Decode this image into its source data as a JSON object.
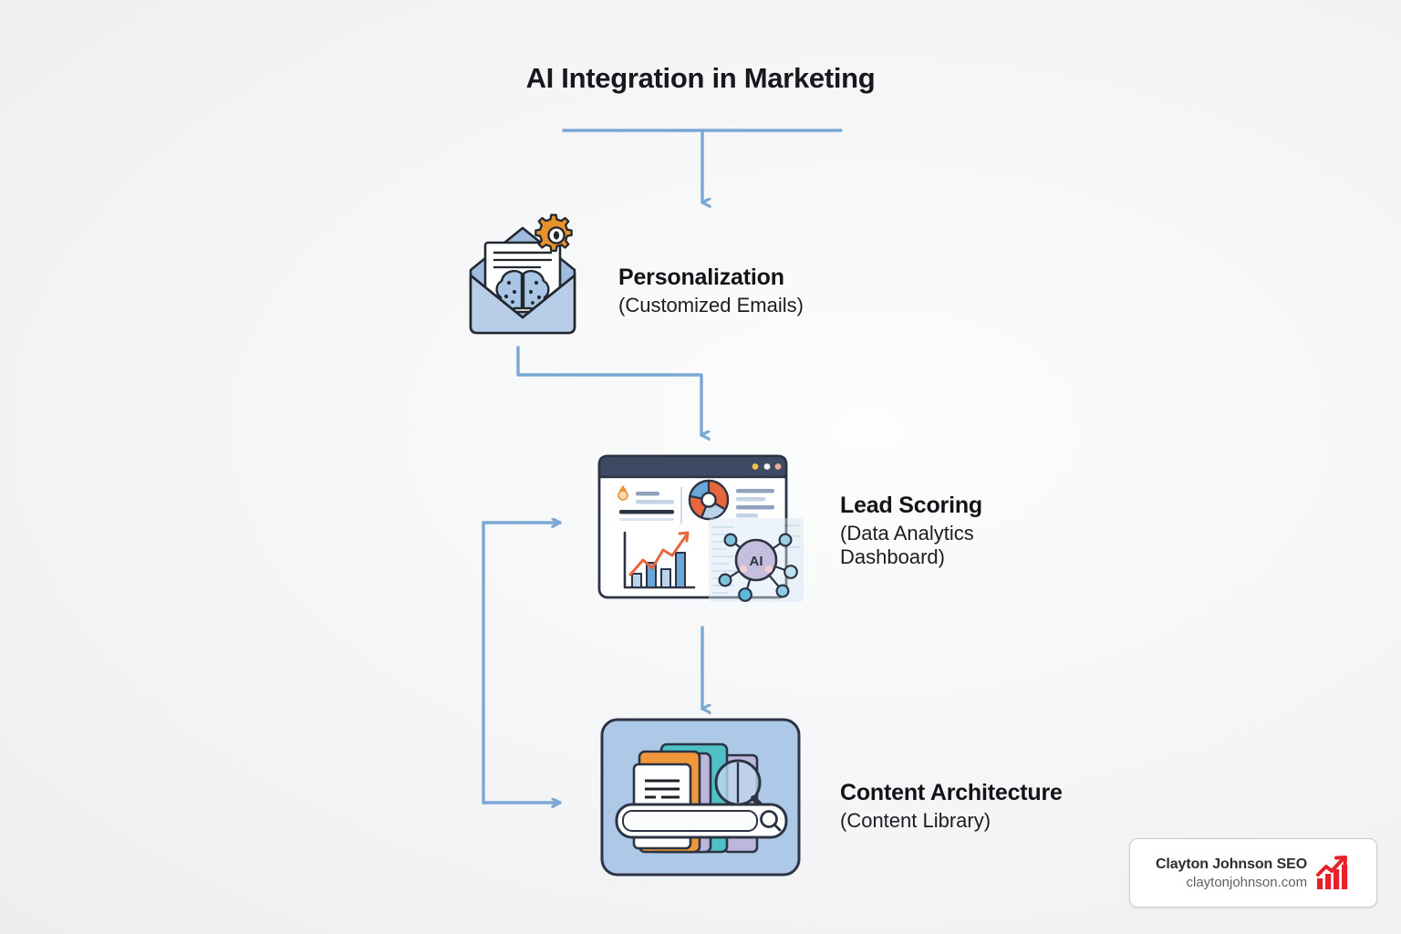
{
  "title": "AI Integration in Marketing",
  "nodes": [
    {
      "id": "personalization",
      "title": "Personalization",
      "subtitle": "(Customized Emails)",
      "icon": "envelope-brain-gear-icon"
    },
    {
      "id": "lead-scoring",
      "title": "Lead Scoring",
      "subtitle": "(Data Analytics Dashboard)",
      "icon": "analytics-dashboard-icon",
      "icon_text": "AI"
    },
    {
      "id": "content-architecture",
      "title": "Content Architecture",
      "subtitle": "(Content Library)",
      "icon": "content-library-search-icon"
    }
  ],
  "watermark": {
    "name": "Clayton Johnson SEO",
    "url": "claytonjohnson.com",
    "logo": "bar-chart-growth-icon"
  },
  "colors": {
    "connector_blue": "#7ba7d4",
    "title_text": "#16181b",
    "accent_orange": "#e8922e",
    "chart_orange": "#e8663c",
    "chart_blue": "#6aa7d8",
    "content_panel_blue": "#aec8e8",
    "envelope_blue": "#9fbbe0",
    "dashboard_navy": "#3e4a63",
    "logo_red": "#e8202a",
    "background": "#f2f4f5"
  }
}
